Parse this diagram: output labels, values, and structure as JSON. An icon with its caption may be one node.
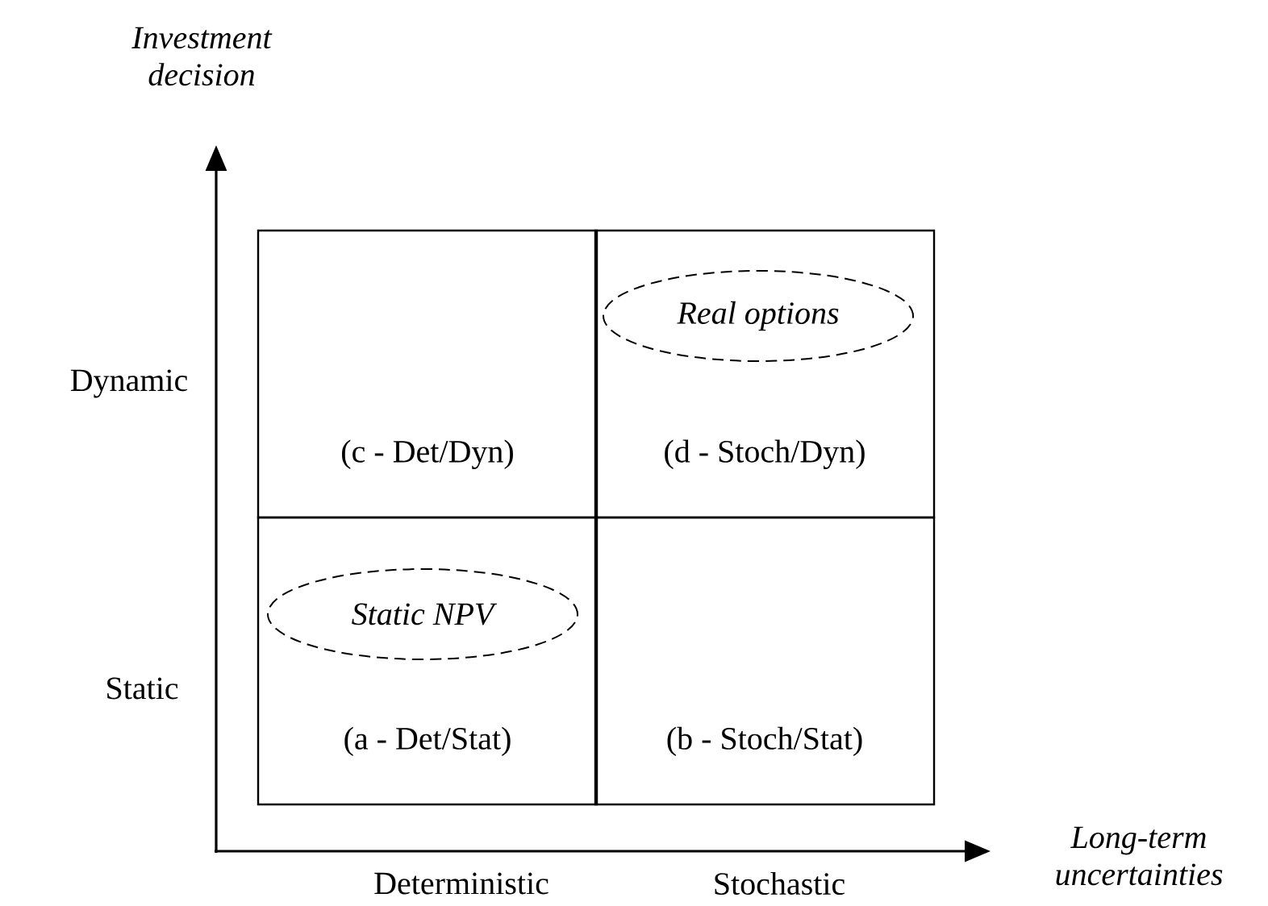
{
  "diagram": {
    "nodes": [
      {
        "text": [
          "(c - Det/Dyn)"
        ]
      },
      {
        "text": [
          "(d - Stoch/Dyn)"
        ]
      },
      {
        "text": [
          "Real options"
        ],
        "in": 1
      },
      {
        "text": [
          "(a - Det/Stat)"
        ]
      },
      {
        "text": [
          "Static NPV"
        ],
        "in": 3
      },
      {
        "text": [
          "(b - Stoch/Stat)"
        ]
      }
    ],
    "labels": [
      "Investment decision",
      "Dynamic",
      "Static",
      "Deterministic",
      "Stochastic",
      "Long-term uncertainties"
    ]
  }
}
